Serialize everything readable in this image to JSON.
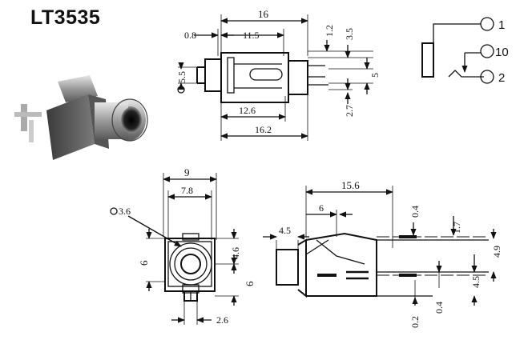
{
  "title": "LT3535",
  "top_view": {
    "dims": [
      "16",
      "0.8",
      "11.5",
      "1.2",
      "3.5",
      "5",
      "2.7",
      "12.6",
      "16.2"
    ],
    "diameter": "5.5"
  },
  "schematic": {
    "pins": [
      "1",
      "10",
      "2"
    ]
  },
  "front_view": {
    "dims": [
      "9",
      "7.8",
      "4.6",
      "6",
      "6",
      "2.6"
    ],
    "diameter": "3.6"
  },
  "side_view": {
    "dims": [
      "15.6",
      "6",
      "4.5",
      "0.4",
      "1.7",
      "4.9",
      "4.5",
      "0.2",
      "0.4"
    ]
  }
}
